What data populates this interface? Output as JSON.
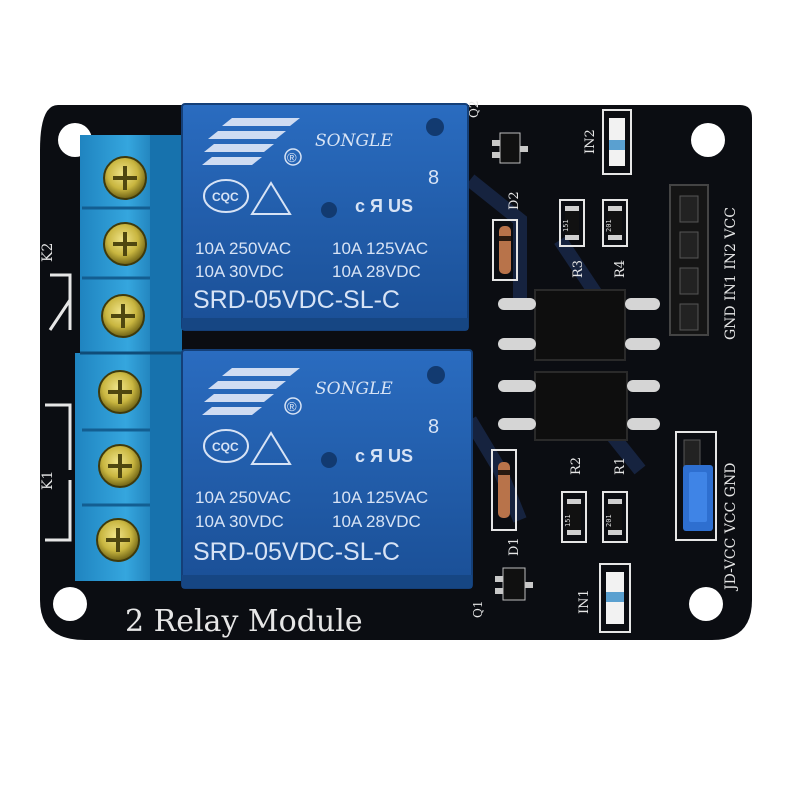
{
  "board": {
    "title": "2 Relay Module",
    "colors": {
      "pcb": "#0b0d12",
      "relay": "#1f5aa6",
      "relay_text": "#d7e3f5",
      "terminal": "#2a93cf",
      "silk": "#e6e6e6",
      "jumper": "#2e6fd0"
    }
  },
  "relays": [
    {
      "brand": "SONGLE",
      "registered": "®",
      "cqc": "CQC",
      "ul_mark": "c Я US",
      "ul_num": "8",
      "rating_line1_left": "10A 250VAC",
      "rating_line1_right": "10A 125VAC",
      "rating_line2_left": "10A 30VDC",
      "rating_line2_right": "10A 28VDC",
      "model": "SRD-05VDC-SL-C"
    },
    {
      "brand": "SONGLE",
      "registered": "®",
      "cqc": "CQC",
      "ul_mark": "c Я US",
      "ul_num": "8",
      "rating_line1_left": "10A 250VAC",
      "rating_line1_right": "10A 125VAC",
      "rating_line2_left": "10A 30VDC",
      "rating_line2_right": "10A 28VDC",
      "model": "SRD-05VDC-SL-C"
    }
  ],
  "silkscreen": {
    "k2": "K2",
    "k1": "K1",
    "q2": "Q2",
    "q1": "Q1",
    "d2": "D2",
    "d1": "D1",
    "r3": "R3",
    "r4": "R4",
    "r2": "R2",
    "r1": "R1",
    "in2_led": "IN2",
    "in1_led": "IN1",
    "header_pins": "GND IN1 IN2 VCC",
    "jumper_pins": "JD-VCC VCC GND",
    "smd_code_a": "151",
    "smd_code_b": "201"
  }
}
